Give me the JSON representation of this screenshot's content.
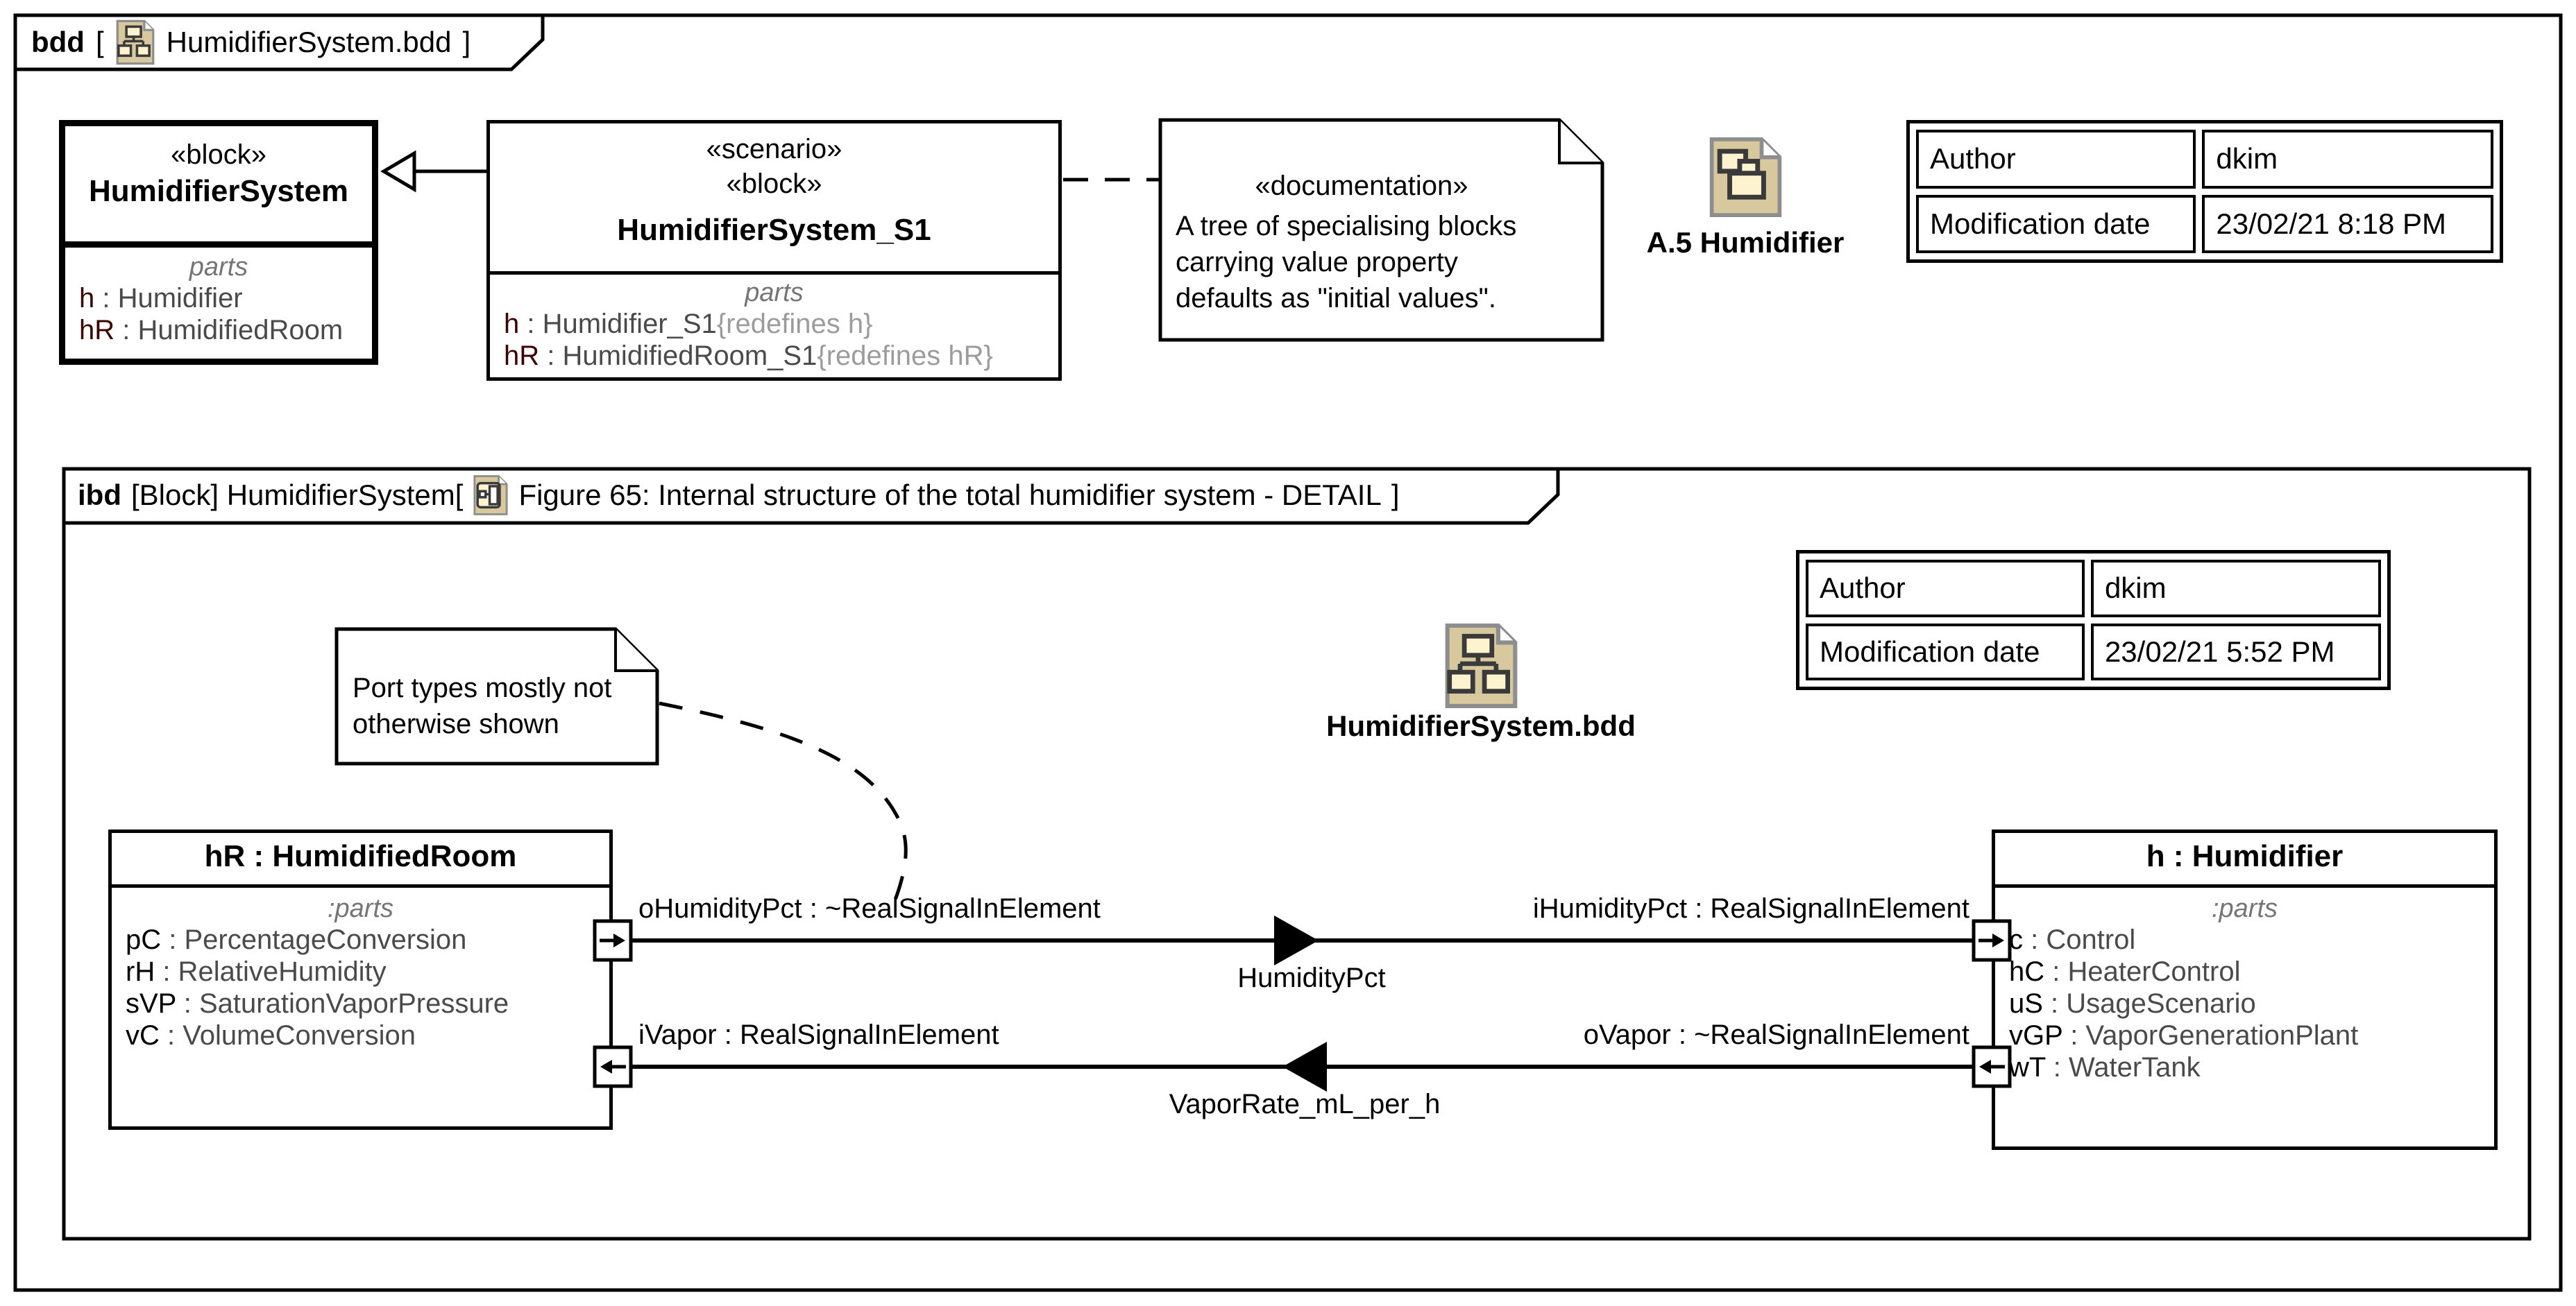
{
  "frame_tab": {
    "keyword": "bdd",
    "open_bracket": "[",
    "diagram_name": "HumidifierSystem.bdd",
    "close_bracket": "]"
  },
  "bdd": {
    "humidifier_system": {
      "stereotype": "«block»",
      "name": "HumidifierSystem",
      "parts_label": "parts",
      "parts": [
        {
          "name": "h",
          "rest": " : Humidifier"
        },
        {
          "name": "hR",
          "rest": " : HumidifiedRoom"
        }
      ]
    },
    "humidifier_system_s1": {
      "stereotype1": "«scenario»",
      "stereotype2": "«block»",
      "name": "HumidifierSystem_S1",
      "parts_label": "parts",
      "parts": [
        {
          "name": "h",
          "rest": " : Humidifier_S1",
          "redefines": "{redefines h}"
        },
        {
          "name": "hR",
          "rest": " : HumidifiedRoom_S1",
          "redefines": "{redefines hR}"
        }
      ]
    },
    "documentation_note": {
      "stereotype": "«documentation»",
      "lines": [
        "A tree of specialising blocks",
        "carrying value property",
        "defaults as \"initial values\"."
      ]
    },
    "package_shortcut": {
      "label": "A.5 Humidifier"
    },
    "info_table": {
      "rows": [
        [
          "Author",
          "dkim"
        ],
        [
          "Modification date",
          "23/02/21 8:18 PM"
        ]
      ]
    }
  },
  "ibd": {
    "tab": {
      "keyword": "ibd",
      "segment": "[Block] HumidifierSystem[",
      "figure": "Figure 65: Internal structure of the total humidifier system - DETAIL",
      "close_bracket": "]"
    },
    "info_table": {
      "rows": [
        [
          "Author",
          "dkim"
        ],
        [
          "Modification date",
          "23/02/21 5:52 PM"
        ]
      ]
    },
    "bdd_shortcut": {
      "label": "HumidifierSystem.bdd"
    },
    "note": {
      "lines": [
        "Port types mostly not",
        "otherwise shown"
      ]
    },
    "hr_block": {
      "title": "hR : HumidifiedRoom",
      "parts_label": ":parts",
      "parts": [
        {
          "name": "pC",
          "rest": " : PercentageConversion"
        },
        {
          "name": "rH",
          "rest": " : RelativeHumidity"
        },
        {
          "name": "sVP",
          "rest": " : SaturationVaporPressure"
        },
        {
          "name": "vC",
          "rest": " : VolumeConversion"
        }
      ]
    },
    "h_block": {
      "title": "h : Humidifier",
      "parts_label": ":parts",
      "parts": [
        {
          "name": "c",
          "rest": " : Control"
        },
        {
          "name": "hC",
          "rest": " : HeaterControl"
        },
        {
          "name": "uS",
          "rest": " : UsageScenario"
        },
        {
          "name": "vGP",
          "rest": " : VaporGenerationPlant"
        },
        {
          "name": "wT",
          "rest": " : WaterTank"
        }
      ]
    },
    "connectors": {
      "humidity": {
        "left_label": "oHumidityPct : ~RealSignalInElement",
        "right_label": "iHumidityPct : RealSignalInElement",
        "flow_label": "HumidityPct"
      },
      "vapor": {
        "left_label": "iVapor : RealSignalInElement",
        "right_label": "oVapor : ~RealSignalInElement",
        "flow_label": "VaporRate_mL_per_h"
      }
    }
  },
  "colors": {
    "line": "#000000",
    "part_name_bdd": "#3c0200",
    "type_text": "#4a4a4a",
    "redefines_text": "#9c9c9c",
    "parts_label": "#757575",
    "icon_document_fill": "#d8c89e",
    "icon_document_stroke": "#8e8e8e",
    "icon_shape_fill": "#fdf3cf",
    "icon_shape_stroke": "#3a3a3a",
    "background": "#ffffff"
  }
}
